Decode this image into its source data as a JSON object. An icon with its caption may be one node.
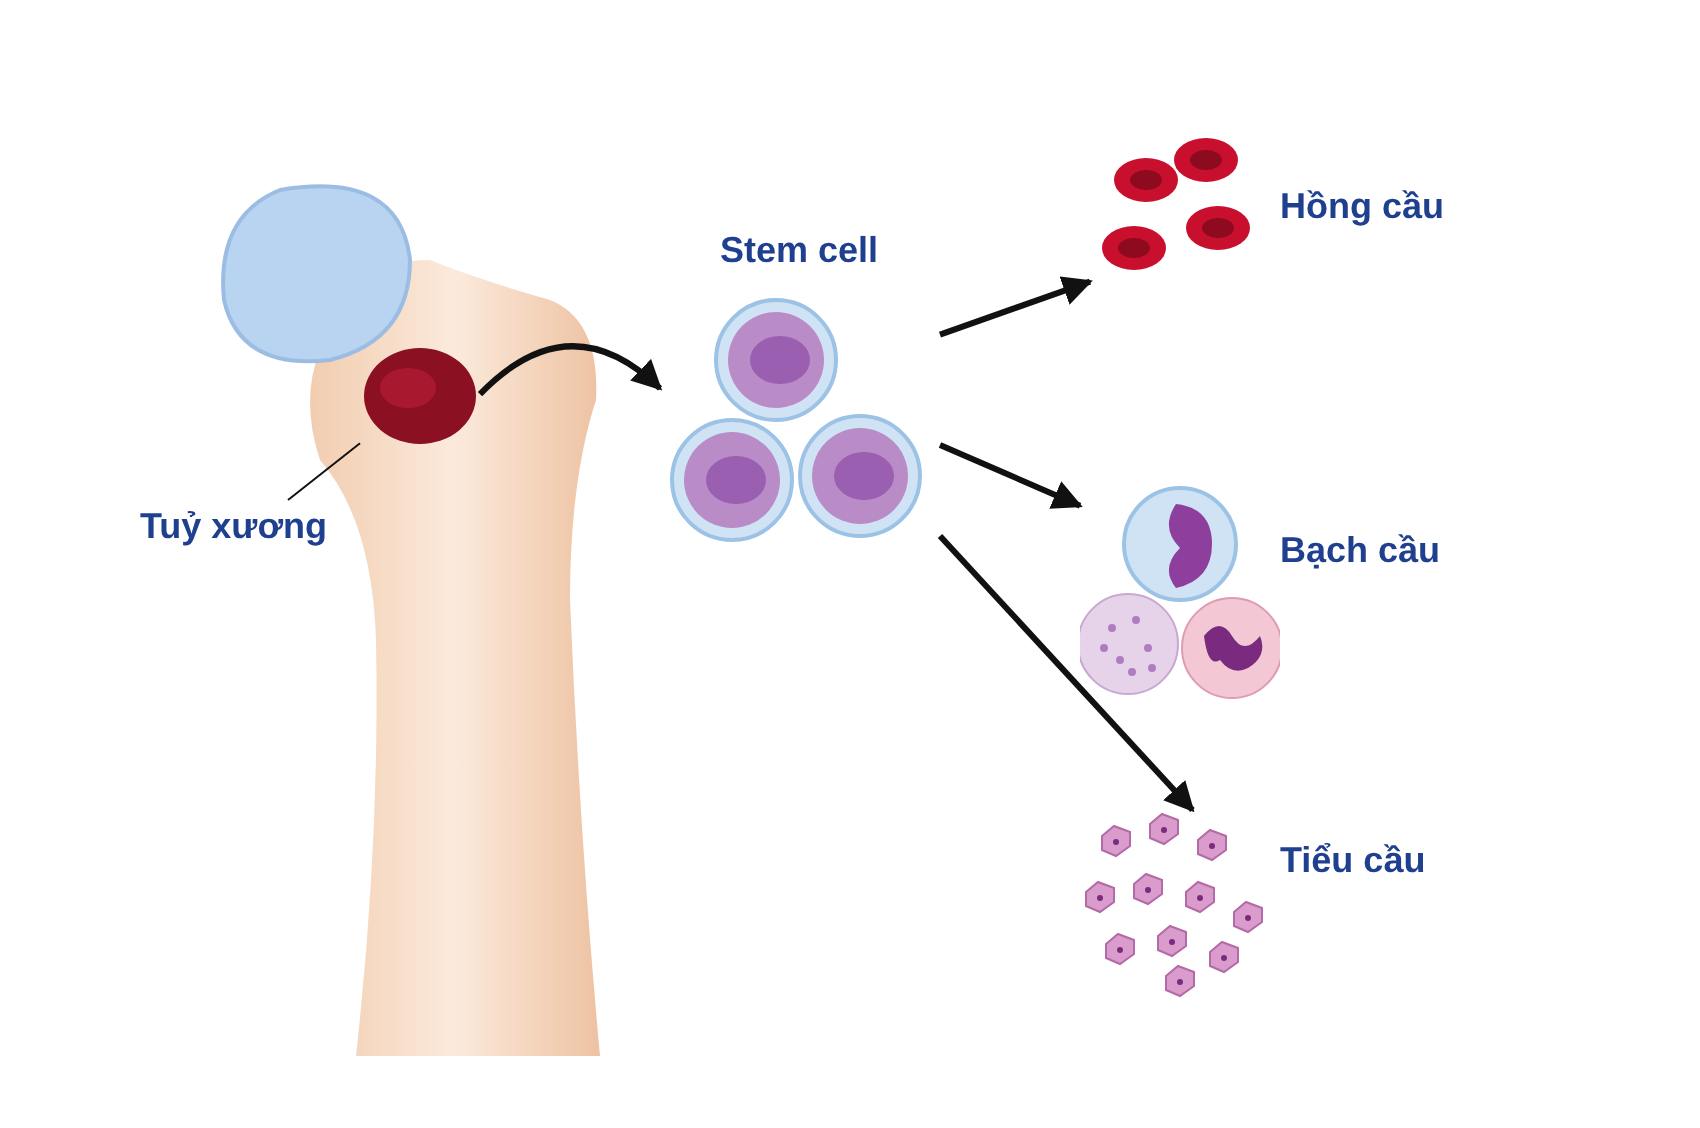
{
  "diagram": {
    "nodes": [
      {
        "text": [
          "Tuỷ xương"
        ]
      },
      {
        "text": [],
        "shape": "picture"
      },
      {
        "text": [
          "Stem cell"
        ]
      },
      {
        "text": [
          "Hồng cầu"
        ]
      },
      {
        "text": [
          "Bạch cầu"
        ]
      },
      {
        "text": [
          "Tiểu cầu"
        ]
      }
    ],
    "edges": [
      {
        "from": 0,
        "to": 1,
        "arrow": "none"
      },
      {
        "from": 1,
        "to": 2,
        "arrow": "to"
      },
      {
        "from": 2,
        "to": 3,
        "arrow": "to"
      },
      {
        "from": 2,
        "to": 4,
        "arrow": "to"
      },
      {
        "from": 2,
        "to": 5,
        "arrow": "to"
      }
    ]
  }
}
